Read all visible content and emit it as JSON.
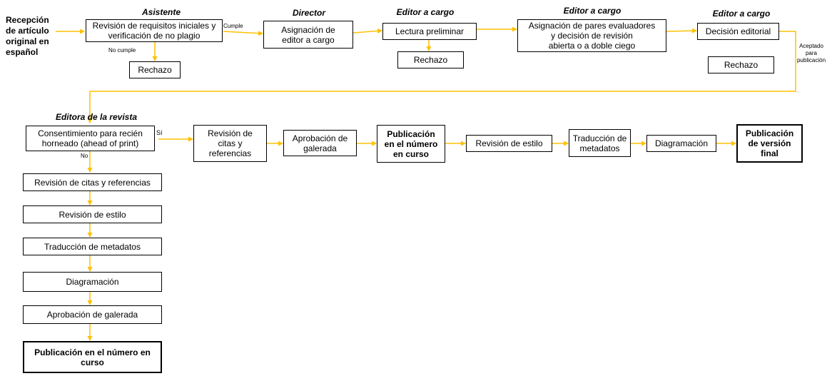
{
  "colors": {
    "connector": "#FFC000",
    "border": "#000000"
  },
  "start_label": "Recepción\nde artículo\noriginal en\nespañol",
  "roles": {
    "asistente": "Asistente",
    "director": "Director",
    "editor_1": "Editor a cargo",
    "editor_2": "Editor a cargo",
    "editor_3": "Editor a cargo",
    "editora_revista": "Editora de la revista"
  },
  "nodes": {
    "revision_requisitos": "Revisión de requisitos iniciales y\nverificación de no plagio",
    "rechazo_1": "Rechazo",
    "asignacion_editor": "Asignación de\neditor a cargo",
    "lectura_preliminar": "Lectura preliminar",
    "rechazo_2": "Rechazo",
    "asignacion_pares": "Asignación de pares evaluadores\ny decisión de revisión\nabierta o a doble ciego",
    "decision_editorial": "Decisión editorial",
    "rechazo_3": "Rechazo",
    "consentimiento": "Consentimiento para recién\nhorneado (ahead of print)",
    "si_revision_citas": "Revisión de\ncitas y\nreferencias",
    "si_aprobacion_galerada": "Aprobación de\ngalerada",
    "si_publicacion_numero": "Publicación\nen el número\nen curso",
    "si_revision_estilo": "Revisión de estilo",
    "si_traduccion": "Traducción de\nmetadatos",
    "si_diagramacion": "Diagramación",
    "publicacion_final": "Publicación\nde versión\nfinal",
    "no_revision_citas": "Revisión de citas y referencias",
    "no_revision_estilo": "Revisión de estilo",
    "no_traduccion": "Traducción de metadatos",
    "no_diagramacion": "Diagramación",
    "no_aprobacion_galerada": "Aprobación de galerada",
    "no_publicacion_numero": "Publicación en el número en\ncurso"
  },
  "edge_labels": {
    "cumple": "Cumple",
    "no_cumple": "No cumple",
    "aceptado": "Aceptado\npara\npublicación",
    "si": "Sí",
    "no": "No"
  }
}
